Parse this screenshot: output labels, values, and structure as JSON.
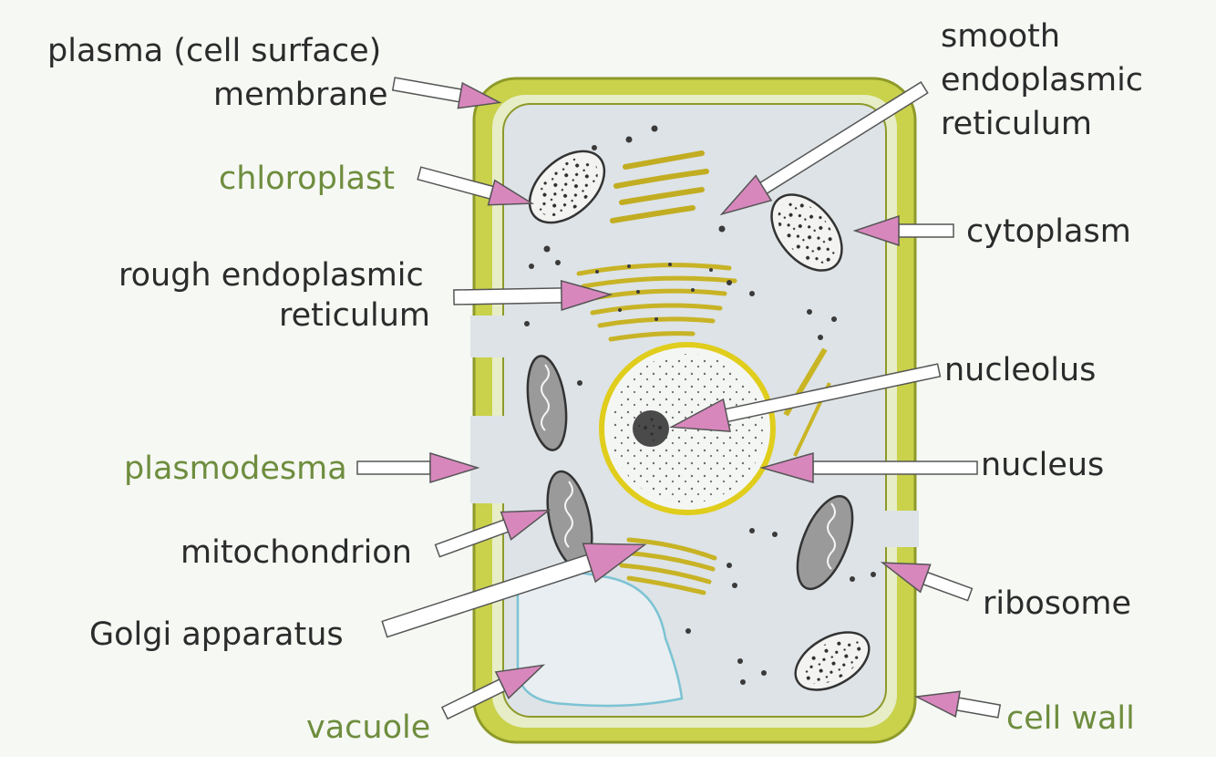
{
  "labels": {
    "plasma_line1": "plasma (cell surface)",
    "plasma_line2": "membrane",
    "chloroplast": "chloroplast",
    "rough_er_line1": "rough endoplasmic",
    "rough_er_line2": "reticulum",
    "plasmodesma": "plasmodesma",
    "mitochondrion": "mitochondrion",
    "golgi": "Golgi apparatus",
    "vacuole": "vacuole",
    "smooth_er_line1": "smooth",
    "smooth_er_line2": "endoplasmic",
    "smooth_er_line3": "reticulum",
    "cytoplasm": "cytoplasm",
    "nucleolus": "nucleolus",
    "nucleus": "nucleus",
    "ribosome": "ribosome",
    "cell_wall": "cell wall"
  },
  "colors": {
    "label_text": "#2b2b2b",
    "green_label_text": "#6e8d3e",
    "cell_wall": "#c9d24a",
    "cytoplasm": "#dde3e6",
    "arrow_fill": "#d887bd",
    "arrow_tail": "#ffffff",
    "organelle_yellow": "#d9c12c",
    "vacuole_outline": "#7cc3d4"
  }
}
